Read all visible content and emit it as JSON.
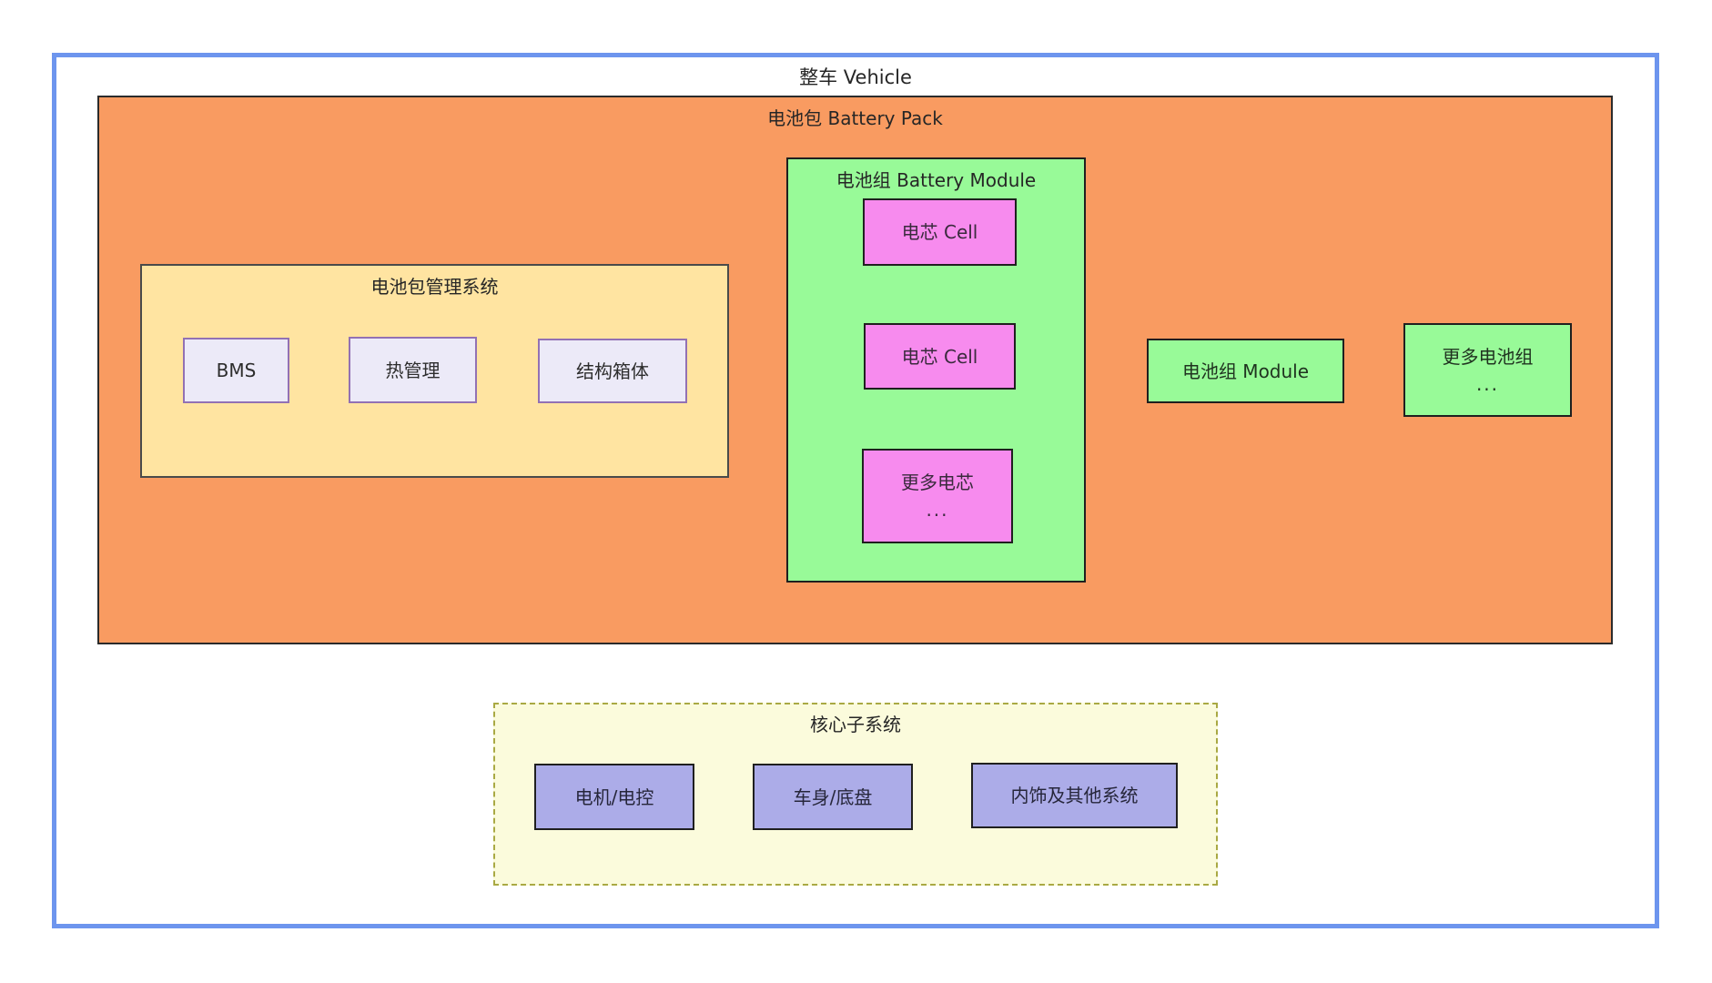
{
  "diagram": {
    "vehicle": {
      "title": "整车 Vehicle"
    },
    "battery_pack": {
      "title": "电池包 Battery Pack",
      "management": {
        "title": "电池包管理系统",
        "items": [
          {
            "label": "BMS"
          },
          {
            "label": "热管理"
          },
          {
            "label": "结构箱体"
          }
        ]
      },
      "battery_module": {
        "title": "电池组 Battery Module",
        "cells": [
          {
            "label": "电芯 Cell"
          },
          {
            "label": "电芯 Cell"
          },
          {
            "label": "更多电芯",
            "ellipsis": "..."
          }
        ]
      },
      "module_node": {
        "label": "电池组 Module"
      },
      "more_modules_node": {
        "label": "更多电池组",
        "ellipsis": "..."
      }
    },
    "core_subsystems": {
      "title": "核心子系统",
      "items": [
        {
          "label": "电机/电控"
        },
        {
          "label": "车身/底盘"
        },
        {
          "label": "内饰及其他系统"
        }
      ]
    },
    "colors": {
      "vehicle_border": "#6d95ee",
      "battery_pack_fill": "#f99b61",
      "management_fill": "#ffe4a1",
      "management_item_fill": "#eceaf8",
      "management_item_border": "#9271b4",
      "module_fill": "#98fa98",
      "cell_fill": "#f78bee",
      "subsystems_fill": "#fbfbdc",
      "subsystems_border": "#a9a943",
      "subsystem_item_fill": "#acace8",
      "node_border": "#1f1f1f"
    }
  }
}
